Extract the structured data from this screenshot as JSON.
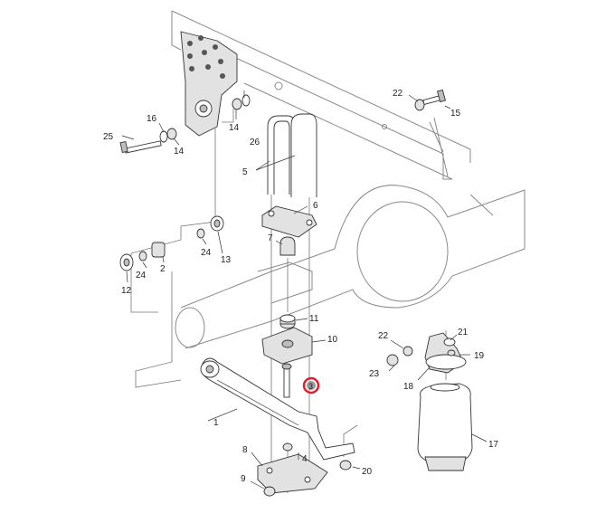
{
  "callouts": [
    {
      "id": "c1",
      "text": "1"
    },
    {
      "id": "c2",
      "text": "2"
    },
    {
      "id": "c3",
      "text": "3"
    },
    {
      "id": "c4",
      "text": "4"
    },
    {
      "id": "c5",
      "text": "5"
    },
    {
      "id": "c6",
      "text": "6"
    },
    {
      "id": "c7",
      "text": "7"
    },
    {
      "id": "c8",
      "text": "8"
    },
    {
      "id": "c9",
      "text": "9"
    },
    {
      "id": "c10",
      "text": "10"
    },
    {
      "id": "c11",
      "text": "11"
    },
    {
      "id": "c12",
      "text": "12"
    },
    {
      "id": "c13",
      "text": "13"
    },
    {
      "id": "c14a",
      "text": "14"
    },
    {
      "id": "c14b",
      "text": "14"
    },
    {
      "id": "c15",
      "text": "15"
    },
    {
      "id": "c16",
      "text": "16"
    },
    {
      "id": "c17",
      "text": "17"
    },
    {
      "id": "c18",
      "text": "18"
    },
    {
      "id": "c19",
      "text": "19"
    },
    {
      "id": "c20",
      "text": "20"
    },
    {
      "id": "c21",
      "text": "21"
    },
    {
      "id": "c22a",
      "text": "22"
    },
    {
      "id": "c22b",
      "text": "22"
    },
    {
      "id": "c23",
      "text": "23"
    },
    {
      "id": "c24a",
      "text": "24"
    },
    {
      "id": "c24b",
      "text": "24"
    },
    {
      "id": "c25",
      "text": "25"
    },
    {
      "id": "c26",
      "text": "26"
    }
  ],
  "highlight": {
    "text": "3",
    "color": "#e0202f"
  }
}
